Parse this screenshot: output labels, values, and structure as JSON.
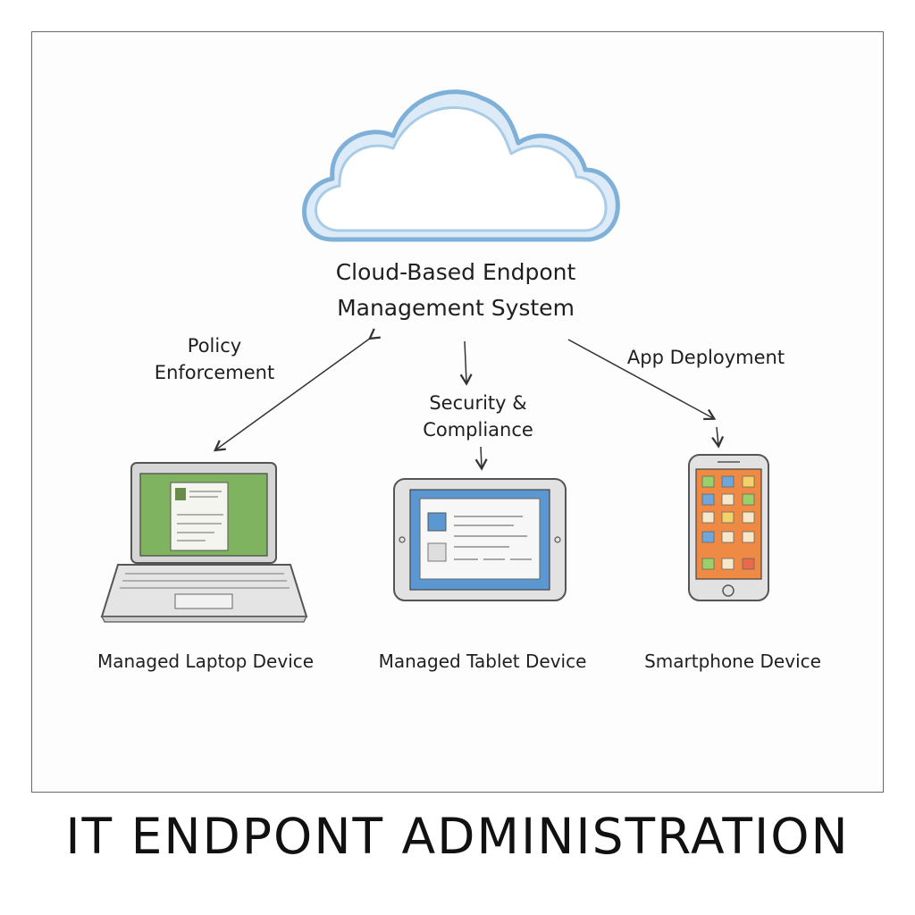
{
  "cloud": {
    "label_line1": "Cloud-Based Endpont",
    "label_line2": "Management System",
    "color": "#7fb0d8"
  },
  "arrows": {
    "policy": {
      "line1": "Policy",
      "line2": "Enforcement"
    },
    "security": {
      "line1": "Security &",
      "line2": "Compliance"
    },
    "app": {
      "line1": "App Deployment"
    }
  },
  "devices": {
    "laptop": {
      "label": "Managed Laptop Device",
      "screen_color": "#7fb35f"
    },
    "tablet": {
      "label": "Managed Tablet Device",
      "screen_color": "#5b98d2"
    },
    "phone": {
      "label": "Smartphone Device",
      "screen_color": "#ef8a45"
    }
  },
  "footer": {
    "title": "IT ENDPONT ADMINISTRATION"
  }
}
